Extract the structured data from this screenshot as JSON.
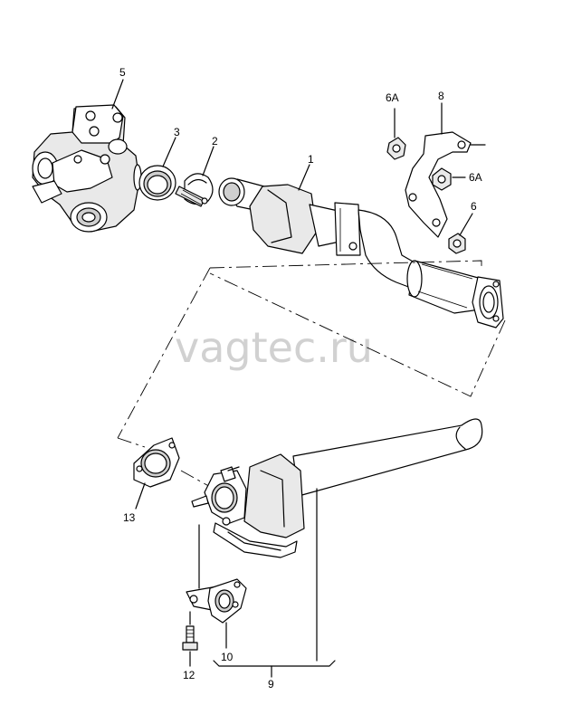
{
  "watermark": "vagtec.ru",
  "callouts": {
    "c1": "1",
    "c2": "2",
    "c3": "3",
    "c5": "5",
    "c6": "6",
    "c6a_top": "6A",
    "c6a_right": "6A",
    "c8": "8",
    "c9": "9",
    "c10": "10",
    "c12": "12",
    "c13": "13"
  }
}
